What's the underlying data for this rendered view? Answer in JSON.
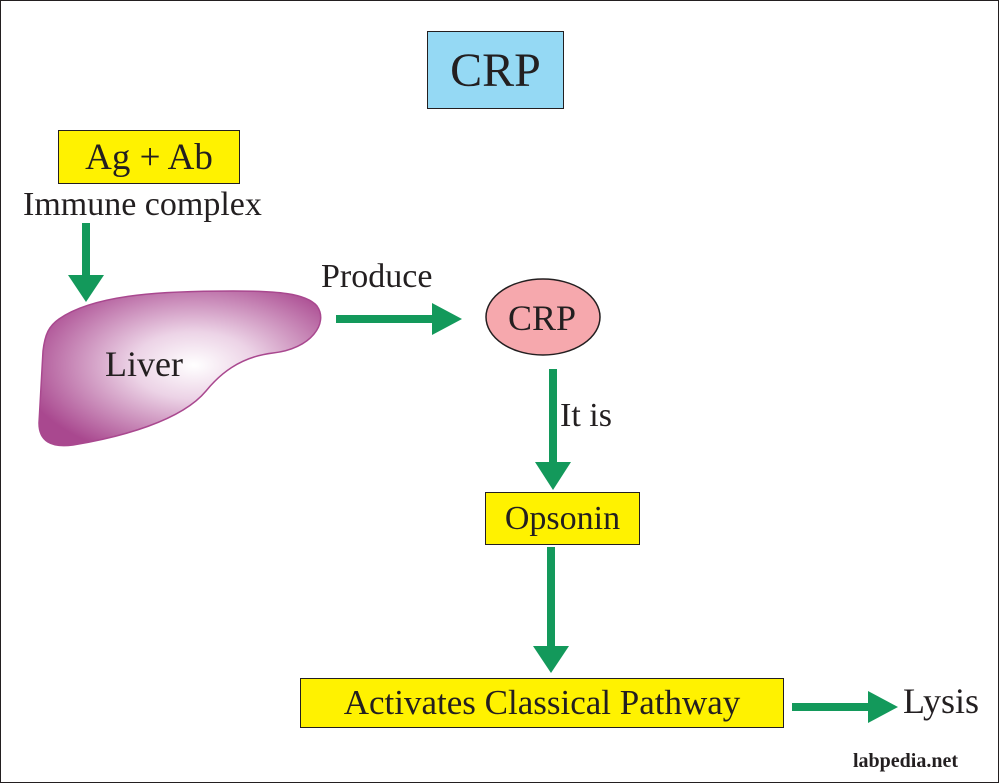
{
  "title": "CRP",
  "antigen_antibody": "Ag + Ab",
  "immune_complex": "Immune complex",
  "liver": "Liver",
  "produce": "Produce",
  "crp": "CRP",
  "it_is": "It is",
  "opsonin": "Opsonin",
  "activates": "Activates Classical Pathway",
  "lysis": "Lysis",
  "watermark": "labpedia.net",
  "colors": {
    "title_box": "#95d9f4",
    "yellow_box": "#fff200",
    "crp_oval": "#f6a8ad",
    "liver": "#a9488f",
    "arrow": "#13995b"
  }
}
